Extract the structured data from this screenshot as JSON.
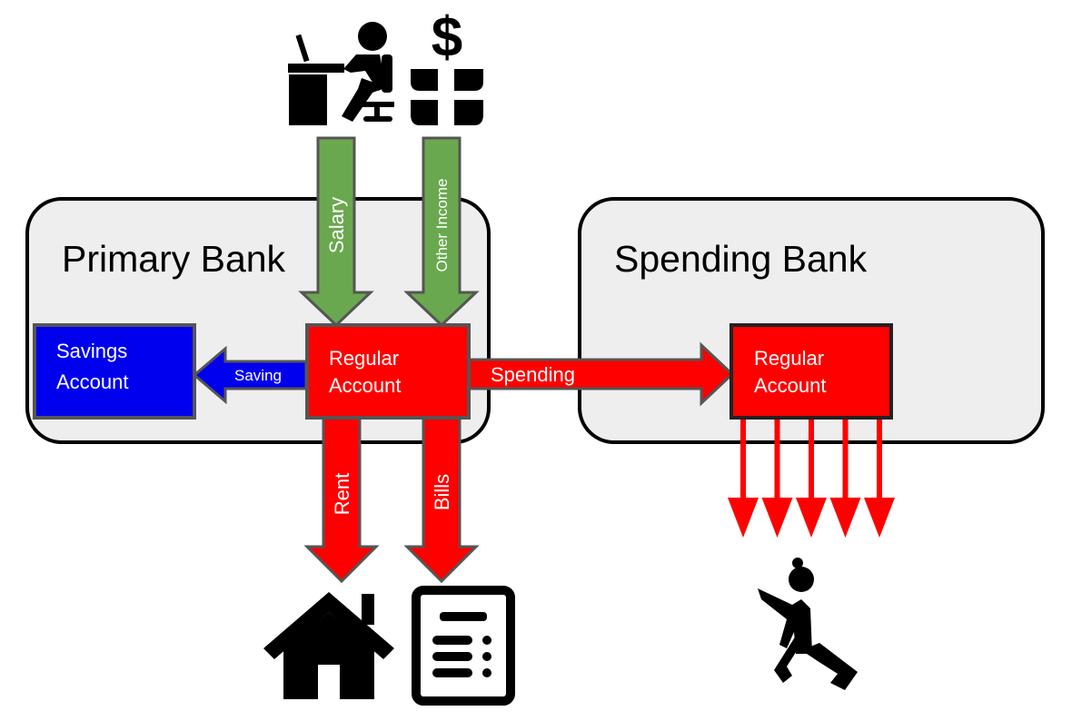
{
  "diagram": {
    "banks": {
      "primary": {
        "title": "Primary Bank"
      },
      "spending": {
        "title": "Spending Bank"
      }
    },
    "accounts": {
      "savings": {
        "line1": "Savings",
        "line2": "Account",
        "color": "#0000ee"
      },
      "primary_regular": {
        "line1": "Regular",
        "line2": "Account",
        "color": "#ff0000"
      },
      "spending_regular": {
        "line1": "Regular",
        "line2": "Account",
        "color": "#ff0000"
      }
    },
    "flows": {
      "salary": {
        "label": "Salary",
        "color": "#6aa84f"
      },
      "other_income": {
        "label": "Other Income",
        "color": "#6aa84f"
      },
      "saving": {
        "label": "Saving",
        "color": "#0000ee"
      },
      "spending": {
        "label": "Spending",
        "color": "#ff0000"
      },
      "rent": {
        "label": "Rent",
        "color": "#ff0000"
      },
      "bills": {
        "label": "Bills",
        "color": "#ff0000"
      }
    },
    "outflow_arrow_count": 5,
    "icons": [
      "person-at-desk-icon",
      "dollar-plant-icon",
      "house-icon",
      "bill-document-icon",
      "jumping-person-icon"
    ]
  }
}
